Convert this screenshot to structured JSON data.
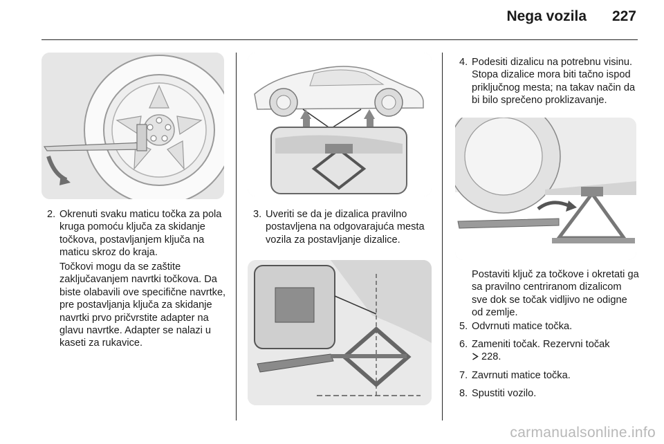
{
  "header": {
    "title": "Nega vozila",
    "page_number": "227"
  },
  "col1": {
    "item_number": "2.",
    "item_text": "Okrenuti svaku maticu točka za pola kruga pomoću ključa za skidanje točkova, postavljanjem ključa na maticu skroz do kraja.",
    "note_text": "Točkovi mogu da se zaštite zaključavanjem navrtki točkova. Da biste olabavili ove specifične navrtke, pre postavljanja ključa za skidanje navrtki prvo pričvrstite adapter na glavu navrtke. Adapter se nalazi u kaseti za rukavice."
  },
  "col2": {
    "item_number": "3.",
    "item_text": "Uveriti se da je dizalica pravilno postavljena na odgovarajuća mesta vozila za postavljanje dizalice."
  },
  "col3": {
    "step4_number": "4.",
    "step4_text": "Podesiti dizalicu na potrebnu visinu. Stopa dizalice mora biti tačno ispod priključnog mesta; na takav način da bi bilo sprečeno proklizavanje.",
    "note_text": "Postaviti ključ za točkove i okretati ga sa pravilno centriranom dizalicom sve dok se točak vidljivo ne odigne od zemlje.",
    "steps": [
      {
        "number": "5.",
        "text": "Odvrnuti matice točka."
      },
      {
        "number": "6.",
        "text": "Zameniti točak. Rezervni točak",
        "ref_icon": "arrow-reference-icon",
        "ref": "228."
      },
      {
        "number": "7.",
        "text": "Zavrnuti matice točka."
      },
      {
        "number": "8.",
        "text": "Spustiti vozilo."
      }
    ]
  },
  "watermark": "carmanualsonline.info"
}
